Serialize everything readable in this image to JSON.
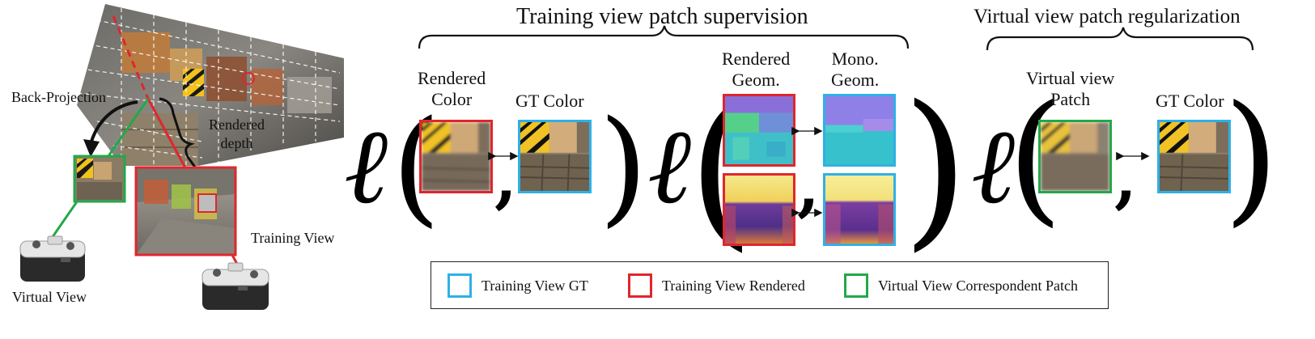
{
  "scene": {
    "back_projection_label": "Back-Projection",
    "rendered_depth_label": "Rendered\ndepth",
    "training_view_label": "Training View",
    "virtual_view_label": "Virtual View"
  },
  "sections": {
    "training_title": "Training view patch supervision",
    "virtual_title": "Virtual view patch regularization"
  },
  "columns": {
    "rendered_color": "Rendered\nColor",
    "gt_color_1": "GT Color",
    "rendered_geom": "Rendered\nGeom.",
    "mono_geom": "Mono.\nGeom.",
    "virtual_patch": "Virtual view\nPatch",
    "gt_color_2": "GT Color"
  },
  "math": {
    "loss_symbol": "ℓ",
    "open_paren": "(",
    "close_paren": ")",
    "comma": ","
  },
  "legend": {
    "items": [
      {
        "label": "Training View GT",
        "color": "#2fb0e6"
      },
      {
        "label": "Training View Rendered",
        "color": "#e0262d"
      },
      {
        "label": "Virtual View Correspondent Patch",
        "color": "#23a84a"
      }
    ]
  },
  "colors": {
    "gt_blue": "#2fb0e6",
    "rendered_red": "#e0262d",
    "virtual_green": "#23a84a"
  }
}
